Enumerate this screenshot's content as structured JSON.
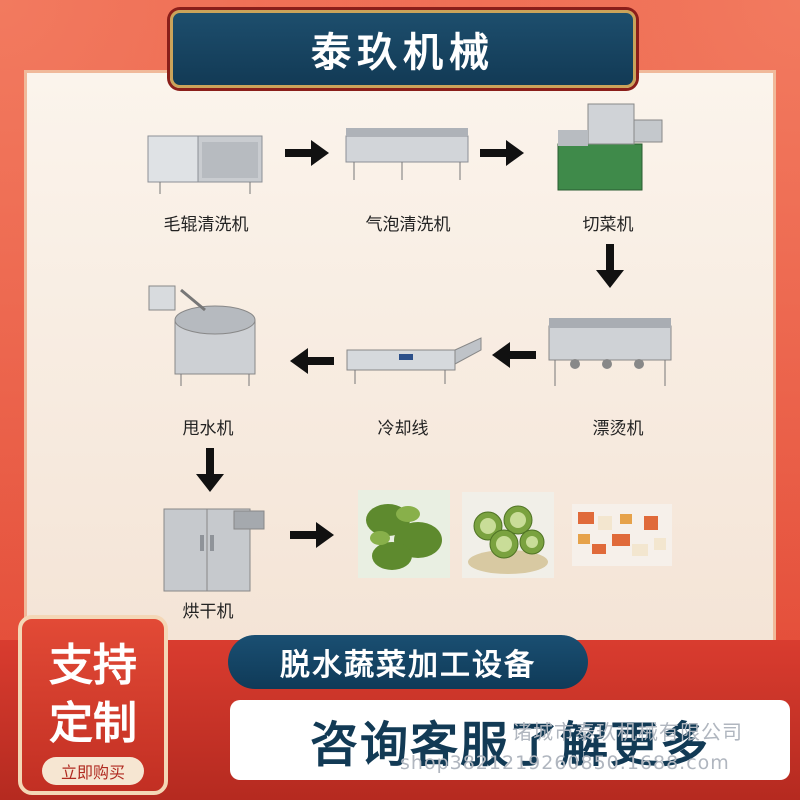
{
  "title": "泰玖机械",
  "steps": {
    "s1": "毛辊清洗机",
    "s2": "气泡清洗机",
    "s3": "切菜机",
    "s4": "漂烫机",
    "s5": "冷却线",
    "s6": "甩水机",
    "s7": "烘干机"
  },
  "badge": {
    "line1": "支持",
    "line2": "定制",
    "buy": "立即购买"
  },
  "subtitle": "脱水蔬菜加工设备",
  "cta": "咨询客服了解更多",
  "watermark": {
    "line1": "诸城市泰玖机械有限公司",
    "line2": "shop3821219260850.1688.com"
  },
  "colors": {
    "navy": "#123a55",
    "red": "#e24a36",
    "gold": "#caa35a"
  }
}
